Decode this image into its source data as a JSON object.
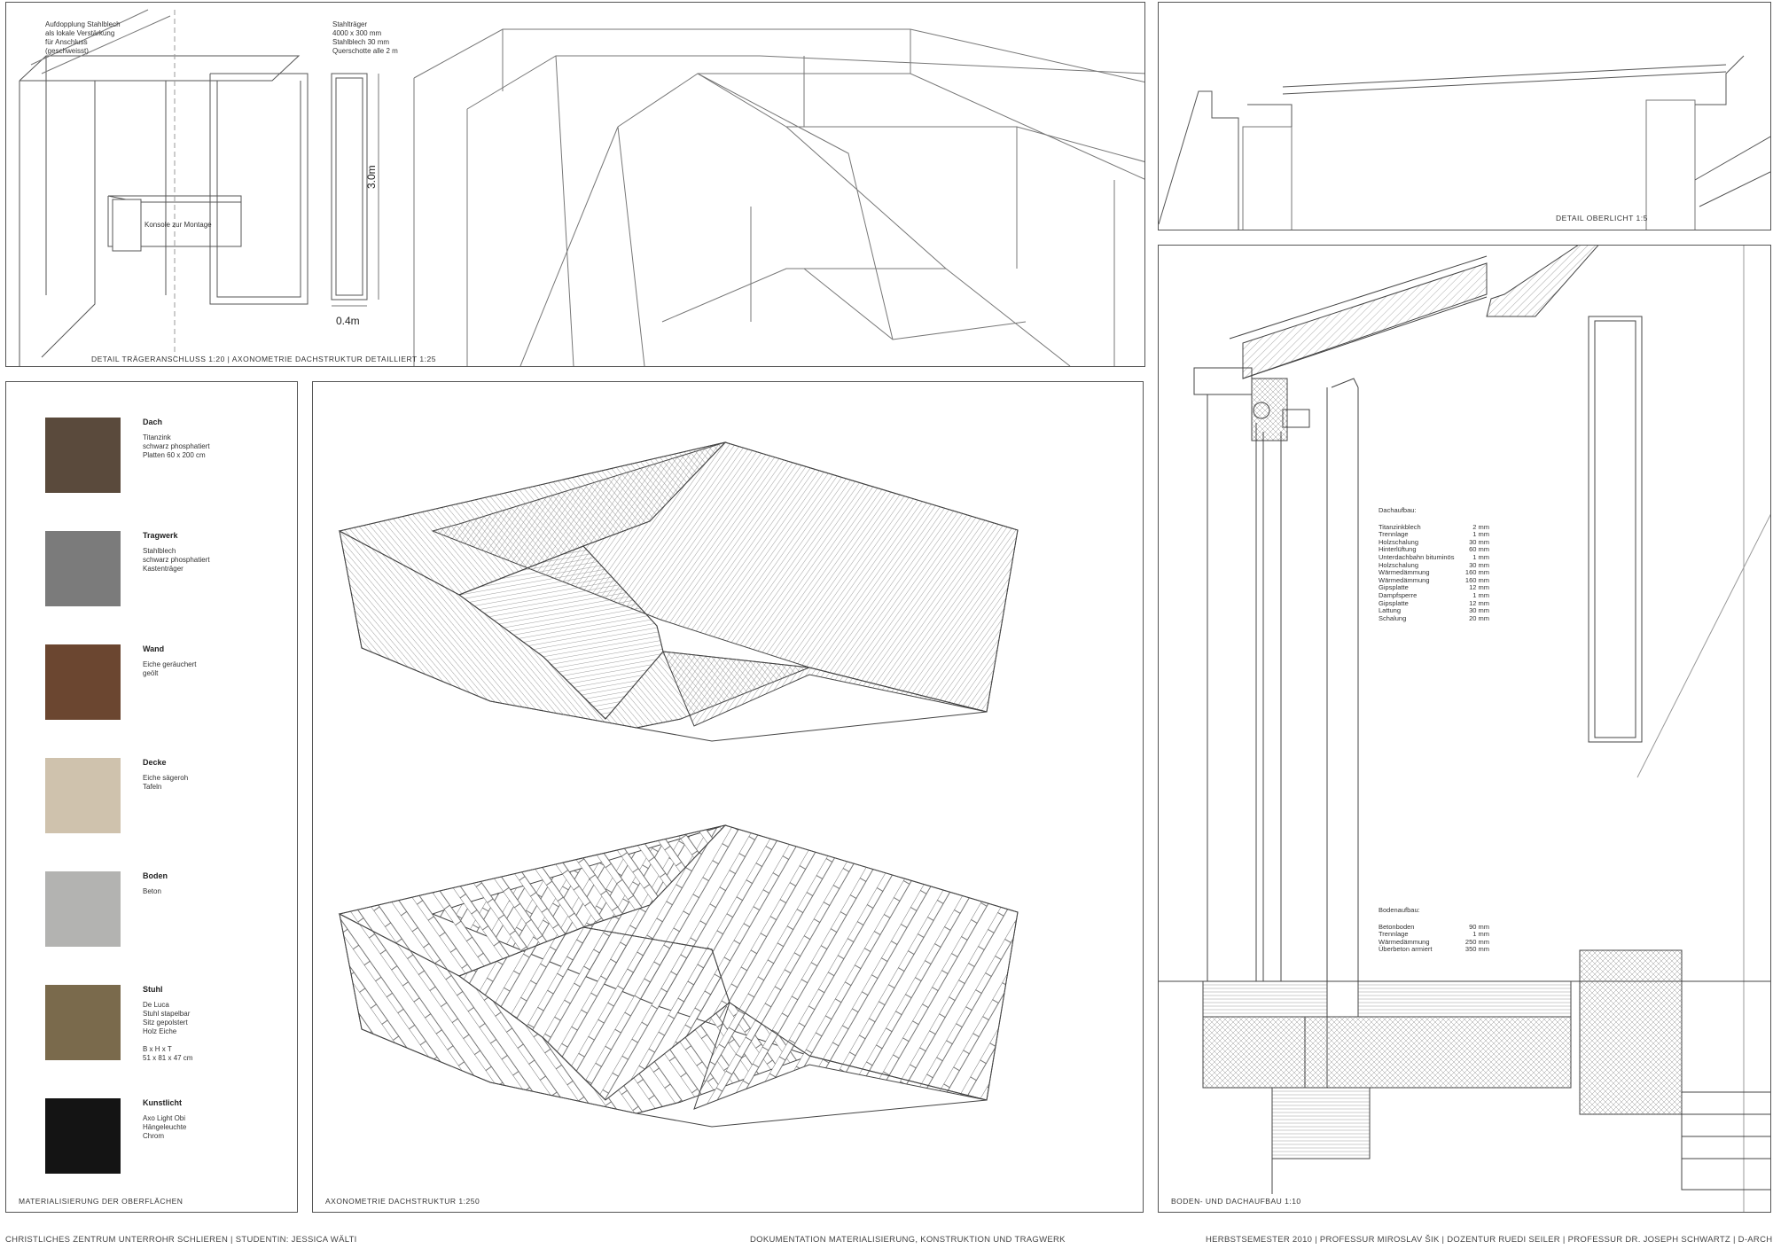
{
  "panels": {
    "top_left": {
      "annotation_1": "Aufdopplung Stahlblech\nals lokale Verstärkung\nfür Anschluss\n(geschweisst)",
      "annotation_2": "Konsole zur Montage",
      "annotation_3": "Stahlträger\n4000 x 300 mm\nStahlblech 30 mm\nQuerschotte alle 2 m",
      "dim_height": "3.0m",
      "dim_width": "0.4m",
      "caption": "DETAIL TRÄGERANSCHLUSS   1:20   |   AXONOMETRIE DACHSTRUKTUR  DETAILLIERT   1:25"
    },
    "top_right": {
      "caption": "DETAIL OBERLICHT   1:5"
    },
    "materials": {
      "caption": "MATERIALISIERUNG DER OBERFLÄCHEN",
      "items": [
        {
          "name": "Dach",
          "desc": "Titanzink\nschwarz phosphatiert\nPlatten 60 x 200 cm",
          "swatch": "#5a4a3c"
        },
        {
          "name": "Tragwerk",
          "desc": "Stahlblech\nschwarz phosphatiert\nKastenträger",
          "swatch": "#7b7b7b"
        },
        {
          "name": "Wand",
          "desc": "Eiche geräuchert\ngeölt",
          "swatch": "#6b4630"
        },
        {
          "name": "Decke",
          "desc": "Eiche sägeroh\nTafeln",
          "swatch": "#cfc2ad"
        },
        {
          "name": "Boden",
          "desc": "Beton",
          "swatch": "#b3b3b1"
        },
        {
          "name": "Stuhl",
          "desc": "De Luca\nStuhl stapelbar\nSitz gepolstert\nHolz Eiche\n\nB x H x T\n51 x 81 x 47 cm",
          "swatch": "#7a6a4c"
        },
        {
          "name": "Kunstlicht",
          "desc": "Axo Light Obi\nHängeleuchte\nChrom",
          "swatch": "#141414"
        }
      ]
    },
    "axonometry": {
      "caption": "AXONOMETRIE DACHSTRUKTUR   1:250"
    },
    "section": {
      "caption": "BODEN- UND DACHAUFBAU   1:10",
      "roof_title": "Dachaufbau:",
      "roof_layers": [
        [
          "Titanzinkblech",
          "2 mm"
        ],
        [
          "Trennlage",
          "1 mm"
        ],
        [
          "Holzschalung",
          "30 mm"
        ],
        [
          "Hinterlüftung",
          "60 mm"
        ],
        [
          "Unterdachbahn bituminös",
          "1 mm"
        ],
        [
          "Holzschalung",
          "30 mm"
        ],
        [
          "Wärmedämmung",
          "160 mm"
        ],
        [
          "Wärmedämmung",
          "160 mm"
        ],
        [
          "Gipsplatte",
          "12 mm"
        ],
        [
          "Dampfsperre",
          "1 mm"
        ],
        [
          "Gipsplatte",
          "12 mm"
        ],
        [
          "Lattung",
          "30 mm"
        ],
        [
          "Schalung",
          "20 mm"
        ]
      ],
      "floor_title": "Bodenaufbau:",
      "floor_layers": [
        [
          "Betonboden",
          "90 mm"
        ],
        [
          "Trennlage",
          "1 mm"
        ],
        [
          "Wärmedämmung",
          "250 mm"
        ],
        [
          "Überbeton armiert",
          "350 mm"
        ]
      ]
    }
  },
  "footer": {
    "left": "CHRISTLICHES ZENTRUM UNTERROHR SCHLIEREN   |   STUDENTIN: JESSICA WÄLTI",
    "center": "DOKUMENTATION MATERIALISIERUNG, KONSTRUKTION UND TRAGWERK",
    "right": "HERBSTSEMESTER 2010   |   PROFESSUR MIROSLAV ŠIK   |   DOZENTUR RUEDI SEILER   |   PROFESSUR DR. JOSEPH SCHWARTZ   |   D-ARCH   |   ETH ZÜRICH"
  }
}
